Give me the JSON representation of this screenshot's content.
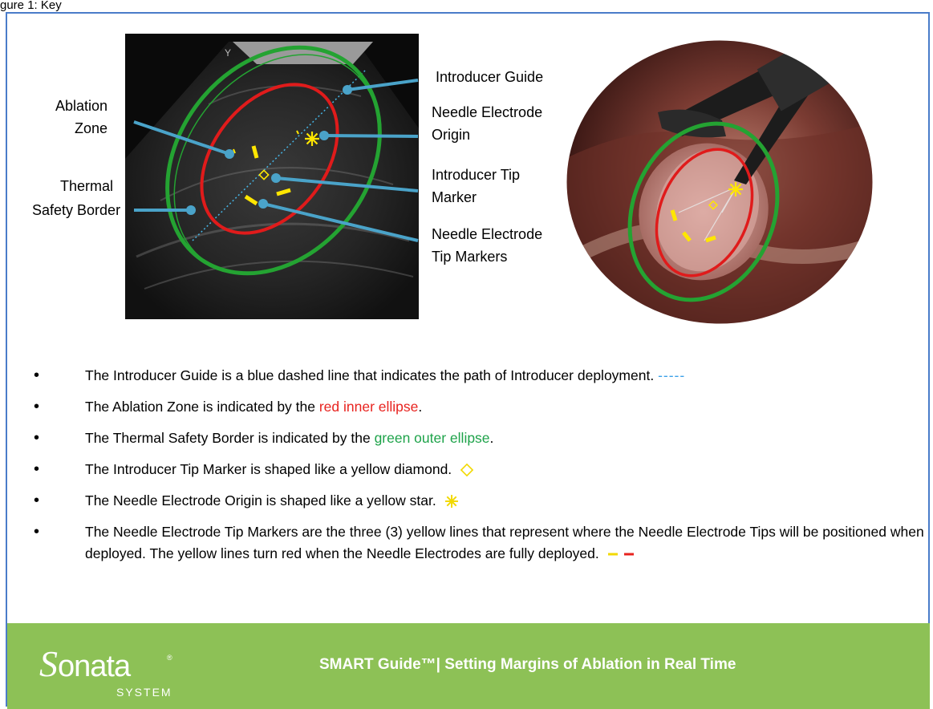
{
  "header": {
    "title": "gure 1: Key"
  },
  "figure": {
    "labels": {
      "introducer_guide": "Introducer Guide",
      "needle_origin_1": "Needle Electrode",
      "needle_origin_2": "Origin",
      "introducer_tip_1": "Introducer Tip",
      "introducer_tip_2": "Marker",
      "needle_tips_1": "Needle Electrode",
      "needle_tips_2": "Tip Markers",
      "ablation_1": "Ablation",
      "ablation_2": "Zone",
      "thermal_1": "Thermal",
      "thermal_2": "Safety Border"
    },
    "colors": {
      "callout": "#4aa3c9",
      "ablation": "#e01b1b",
      "thermal": "#24a332",
      "marker": "#ffe600",
      "guide": "#46b6e6"
    }
  },
  "bullets": [
    {
      "text": "The Introducer Guide is a blue dashed line that indicates the path of Introducer deployment.",
      "suffix": "-----"
    },
    {
      "pre": "The Ablation Zone is indicated by the ",
      "colored": "red inner ellipse",
      "post": "."
    },
    {
      "pre": "The Thermal Safety Border is indicated by the ",
      "colored": "green outer ellipse",
      "post": "."
    },
    {
      "text": "The Introducer Tip Marker is shaped like a yellow diamond."
    },
    {
      "text": "The Needle Electrode Origin is shaped like a yellow star."
    },
    {
      "text": "The Needle Electrode Tip Markers are the three (3) yellow lines that represent where the Needle Electrode Tips will be positioned when deployed. The yellow lines turn red when the Needle Electrodes are fully deployed."
    }
  ],
  "footer": {
    "title": "SMART Guide™| Setting Margins of Ablation in Real Time",
    "logo_first": "S",
    "logo_rest": "onata",
    "logo_sub": "SYSTEM",
    "logo_reg": "®"
  }
}
